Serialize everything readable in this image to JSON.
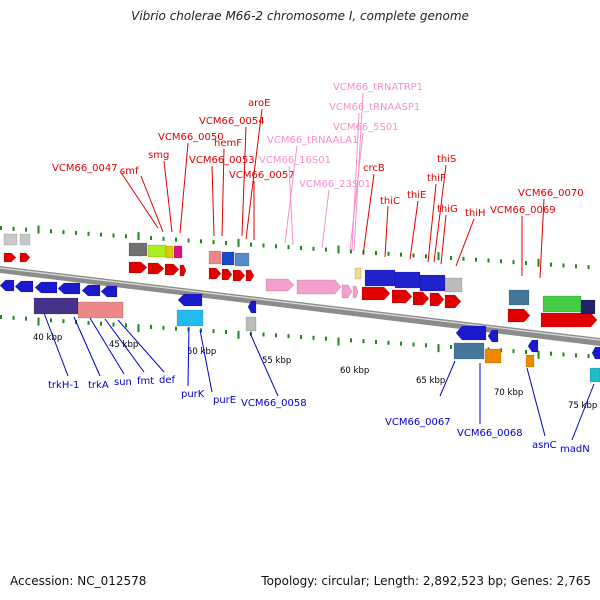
{
  "title": "Vibrio cholerae M66-2 chromosome I, complete genome",
  "footer": {
    "accession": "Accession: NC_012578",
    "summary": "Topology: circular; Length: 2,892,523 bp; Genes: 2,765"
  },
  "colors": {
    "forward_label": "#e00000",
    "reverse_label": "#0000cc",
    "rna_label": "#f590c8",
    "backbone": "#8c8c8c",
    "tick": "#1a8a1a"
  },
  "scale": {
    "unit": "kbp",
    "marks": [
      {
        "label": "40 kbp"
      },
      {
        "label": "45 kbp"
      },
      {
        "label": "50 kbp"
      },
      {
        "label": "55 kbp"
      },
      {
        "label": "60 kbp"
      },
      {
        "label": "65 kbp"
      },
      {
        "label": "70 kbp"
      },
      {
        "label": "75 kbp"
      }
    ]
  },
  "labels": {
    "forward": [
      "VCM66_0047",
      "smf",
      "smg",
      "VCM66_0050",
      "VCM66_0053",
      "hemF",
      "VCM66_0054",
      "aroE",
      "VCM66_0057",
      "crcB",
      "thiC",
      "thiE",
      "thiF",
      "thiS",
      "thiG",
      "thiH",
      "VCM66_0069",
      "VCM66_0070"
    ],
    "rna": [
      "VCM66_tRNAALA1",
      "VCM66_16S01",
      "VCM66_23S01",
      "VCM66_5S01",
      "VCM66_tRNAASP1",
      "VCM66_tRNATRP1"
    ],
    "reverse": [
      "trkH-1",
      "trkA",
      "sun",
      "fmt",
      "def",
      "purK",
      "purE",
      "VCM66_0058",
      "VCM66_0067",
      "VCM66_0068",
      "asnC",
      "madN"
    ]
  }
}
